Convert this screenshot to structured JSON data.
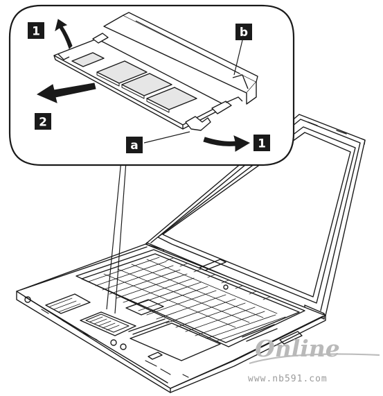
{
  "callouts": {
    "step1_top": "1",
    "step1_right": "1",
    "step2": "2",
    "label_a": "a",
    "label_b": "b"
  },
  "watermark": {
    "script": "Online",
    "url": "www.nb591.com"
  },
  "colors": {
    "line": "#1a1a1a",
    "panel_stroke": "#1a1a1a",
    "label_bg": "#1a1a1a",
    "memory_chip": "#e6e6e6",
    "watermark": "#b9b9b9"
  }
}
